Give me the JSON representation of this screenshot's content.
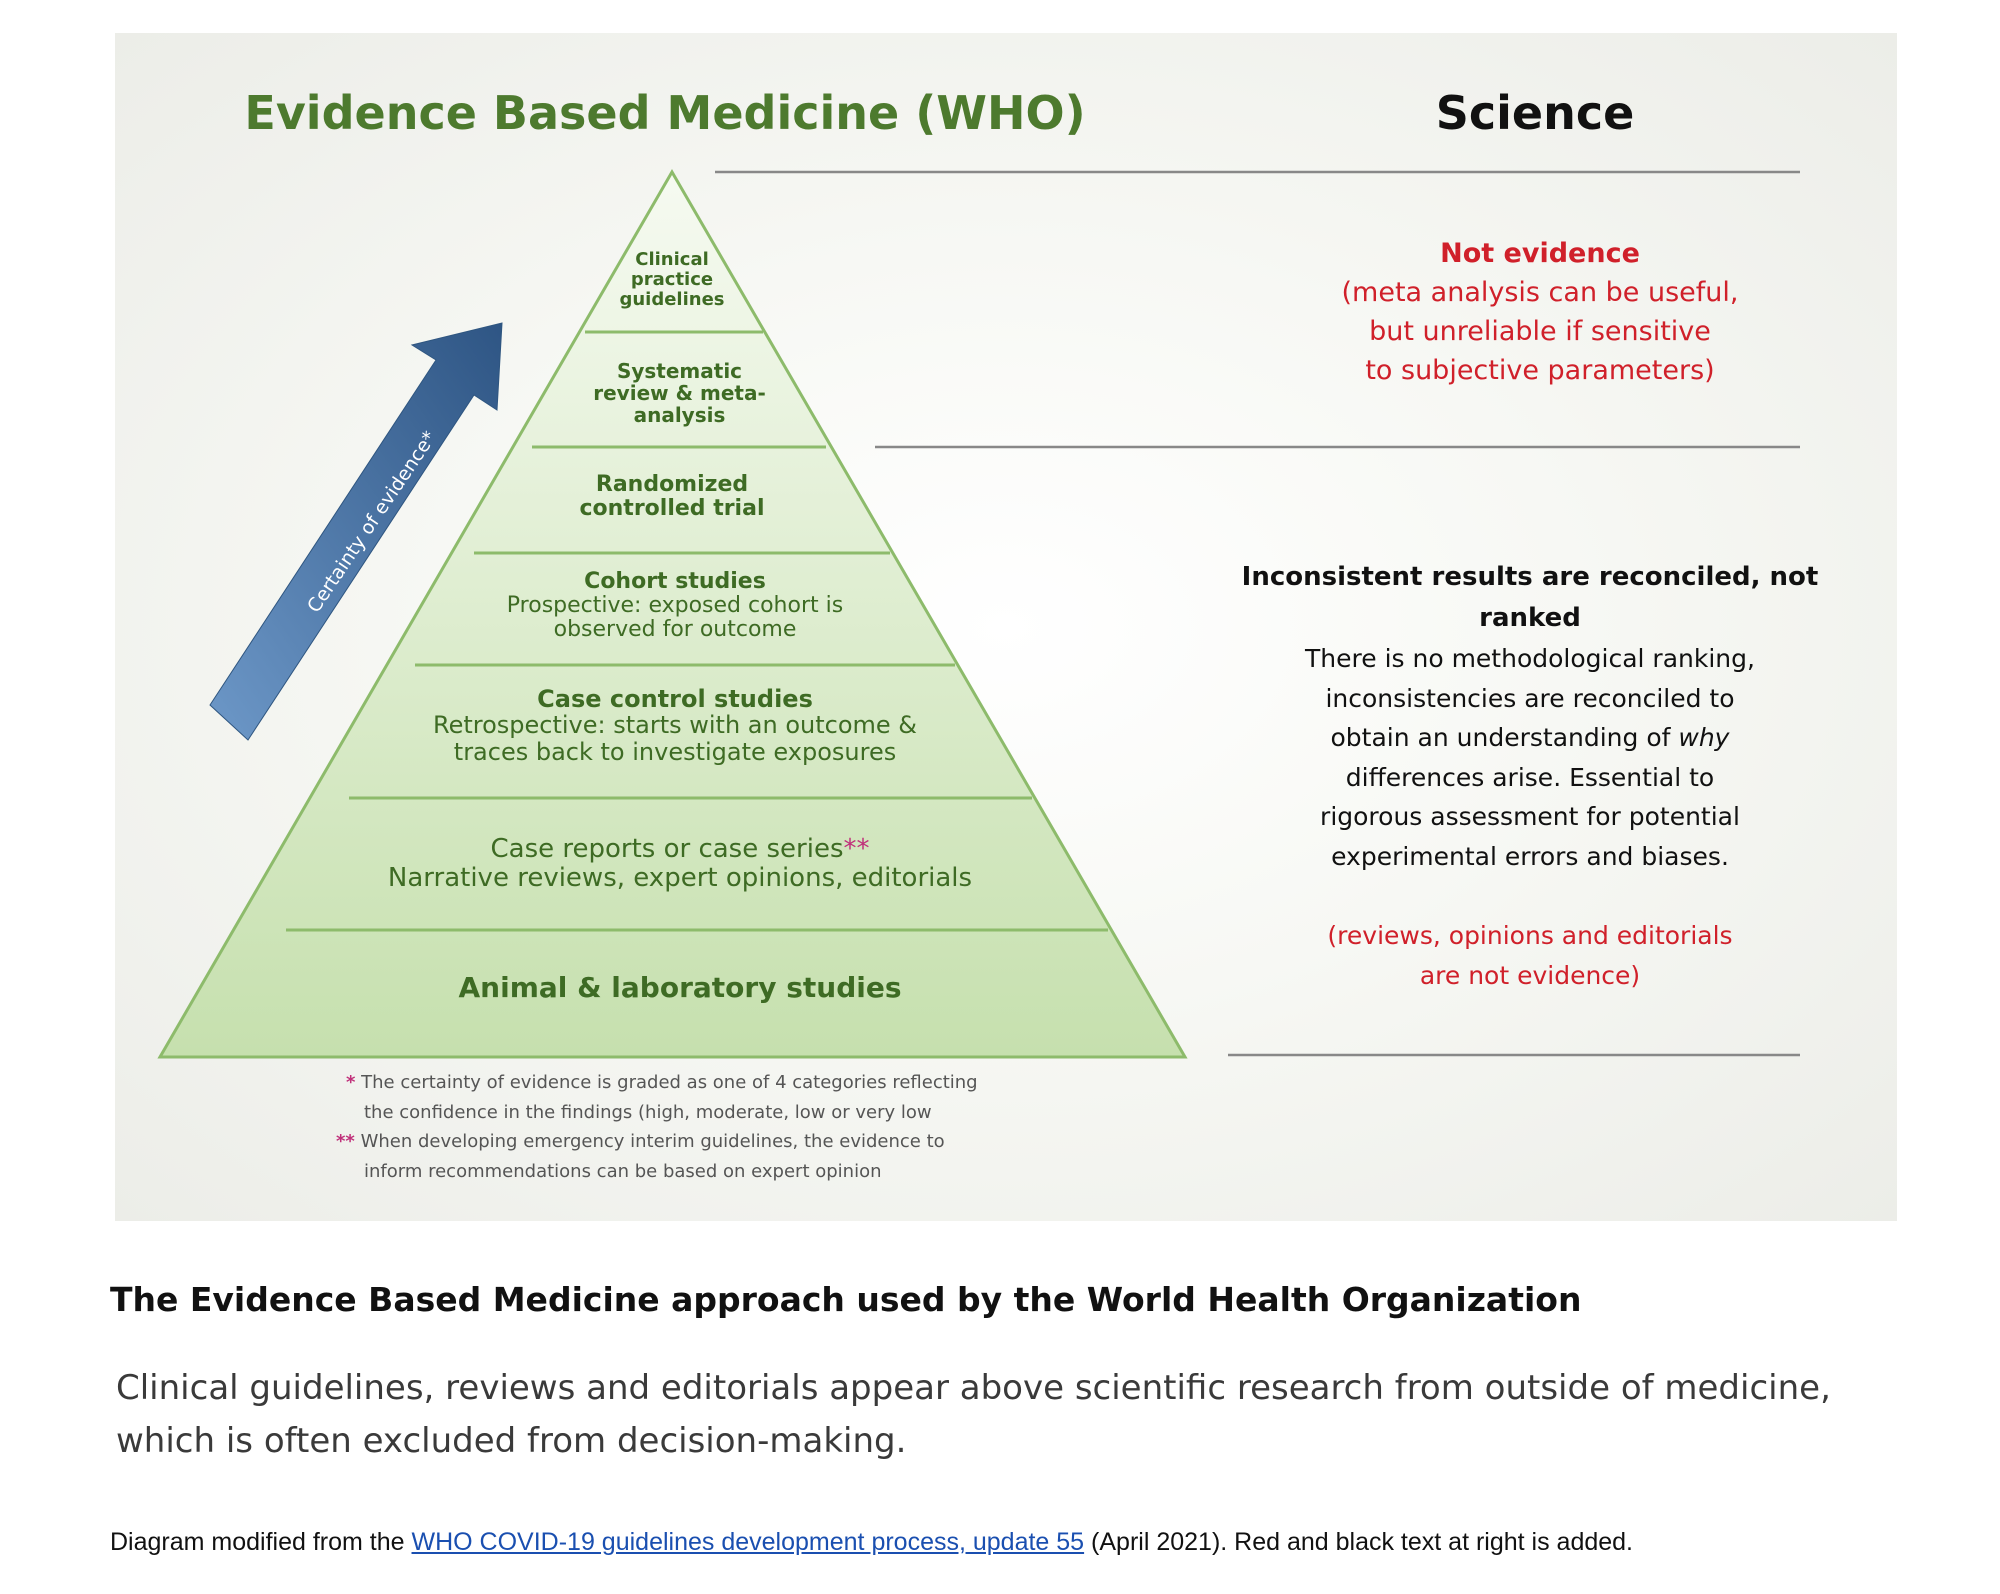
{
  "diagram": {
    "left_title": "Evidence Based Medicine (WHO)",
    "right_title": "Science",
    "arrow_label": "Certainty of evidence*",
    "pyramid_levels": [
      {
        "title": "Clinical practice guidelines",
        "subtitle": ""
      },
      {
        "title": "Systematic review & meta-analysis",
        "subtitle": ""
      },
      {
        "title": "Randomized controlled trial",
        "subtitle": ""
      },
      {
        "title": "Cohort studies",
        "subtitle": "Prospective: exposed cohort is observed for outcome"
      },
      {
        "title": "Case control studies",
        "subtitle": "Retrospective: starts with an outcome & traces back to investigate exposures"
      },
      {
        "title": "Case reports or case series",
        "title_marker": "**",
        "subtitle": "Narrative reviews, expert opinions, editorials"
      },
      {
        "title": "Animal & laboratory studies",
        "subtitle": ""
      }
    ],
    "footnotes": [
      {
        "marker": "*",
        "line1": "The certainty of evidence is graded as one of 4 categories reflecting",
        "line2": "the confidence in the findings (high, moderate, low or very low"
      },
      {
        "marker": "**",
        "line1": "When developing emergency interim guidelines, the evidence to",
        "line2": "inform recommendations can be based on expert opinion"
      }
    ],
    "not_evidence": {
      "heading": "Not evidence",
      "lines": [
        "(meta analysis can be useful,",
        "but unreliable if sensitive",
        "to subjective parameters)"
      ]
    },
    "science_note": {
      "heading": "Inconsistent results are reconciled, not ranked",
      "line1": "There is no methodological ranking,",
      "line2": "inconsistencies are reconciled to",
      "line3_prefix": "obtain an understanding of ",
      "line3_emphasis": "why",
      "line4": "differences arise. Essential to",
      "line5": "rigorous assessment for potential",
      "line6": "experimental errors and biases.",
      "red_line1": "(reviews, opinions and editorials",
      "red_line2": "are not evidence)"
    },
    "colors": {
      "green_title": "#4d7a2e",
      "green_text": "#3e6b24",
      "red_text": "#d0202a",
      "arrow_blue": "#3d6ea3",
      "pyramid_fill": "#cfe5bb"
    }
  },
  "caption": {
    "heading": "The Evidence Based Medicine approach used by the World Health Organization",
    "body": "Clinical guidelines, reviews and editorials appear above scientific research from outside of medicine, which is often excluded from decision-making."
  },
  "source": {
    "prefix": "Diagram modified from the ",
    "link_text": "WHO COVID-19 guidelines development process, update 55",
    "suffix": " (April 2021). Red and black text at right is added."
  }
}
